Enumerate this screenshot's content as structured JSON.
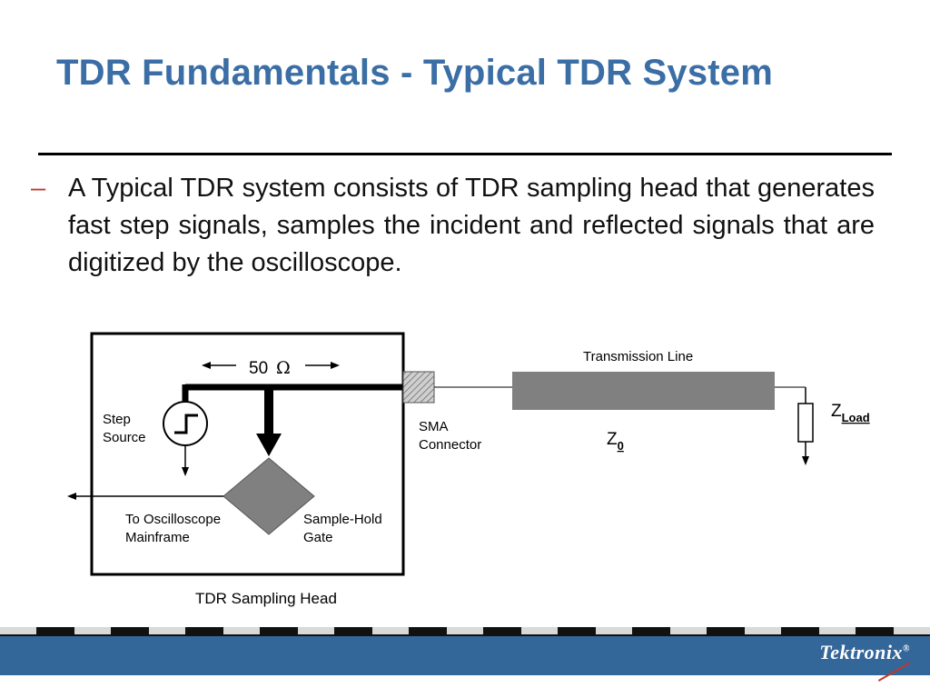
{
  "title": "TDR Fundamentals - Typical TDR System",
  "bullet": {
    "marker": "–",
    "text": "A Typical TDR system consists of TDR sampling head that generates fast step signals, samples the incident and reflected signals that are digitized by the oscilloscope."
  },
  "diagram": {
    "resistance_value": "50",
    "omega_symbol": "Ω",
    "step_source": [
      "Step",
      "Source"
    ],
    "to_oscilloscope": [
      "To Oscilloscope",
      "Mainframe"
    ],
    "sample_hold": [
      "Sample-Hold",
      "Gate"
    ],
    "sma_connector": [
      "SMA",
      "Connector"
    ],
    "transmission_line": "Transmission Line",
    "z_load_base": "Z",
    "z_load_sub": "Load",
    "z0_base": "Z",
    "z0_sub": "0",
    "sampling_head_caption": "TDR Sampling Head"
  },
  "footer": {
    "logo": "Tektronix",
    "logo_mark": "®"
  },
  "colors": {
    "title": "#3a6ea5",
    "footer": "#336699",
    "dash": "#c0392b",
    "gray": "#808080"
  }
}
